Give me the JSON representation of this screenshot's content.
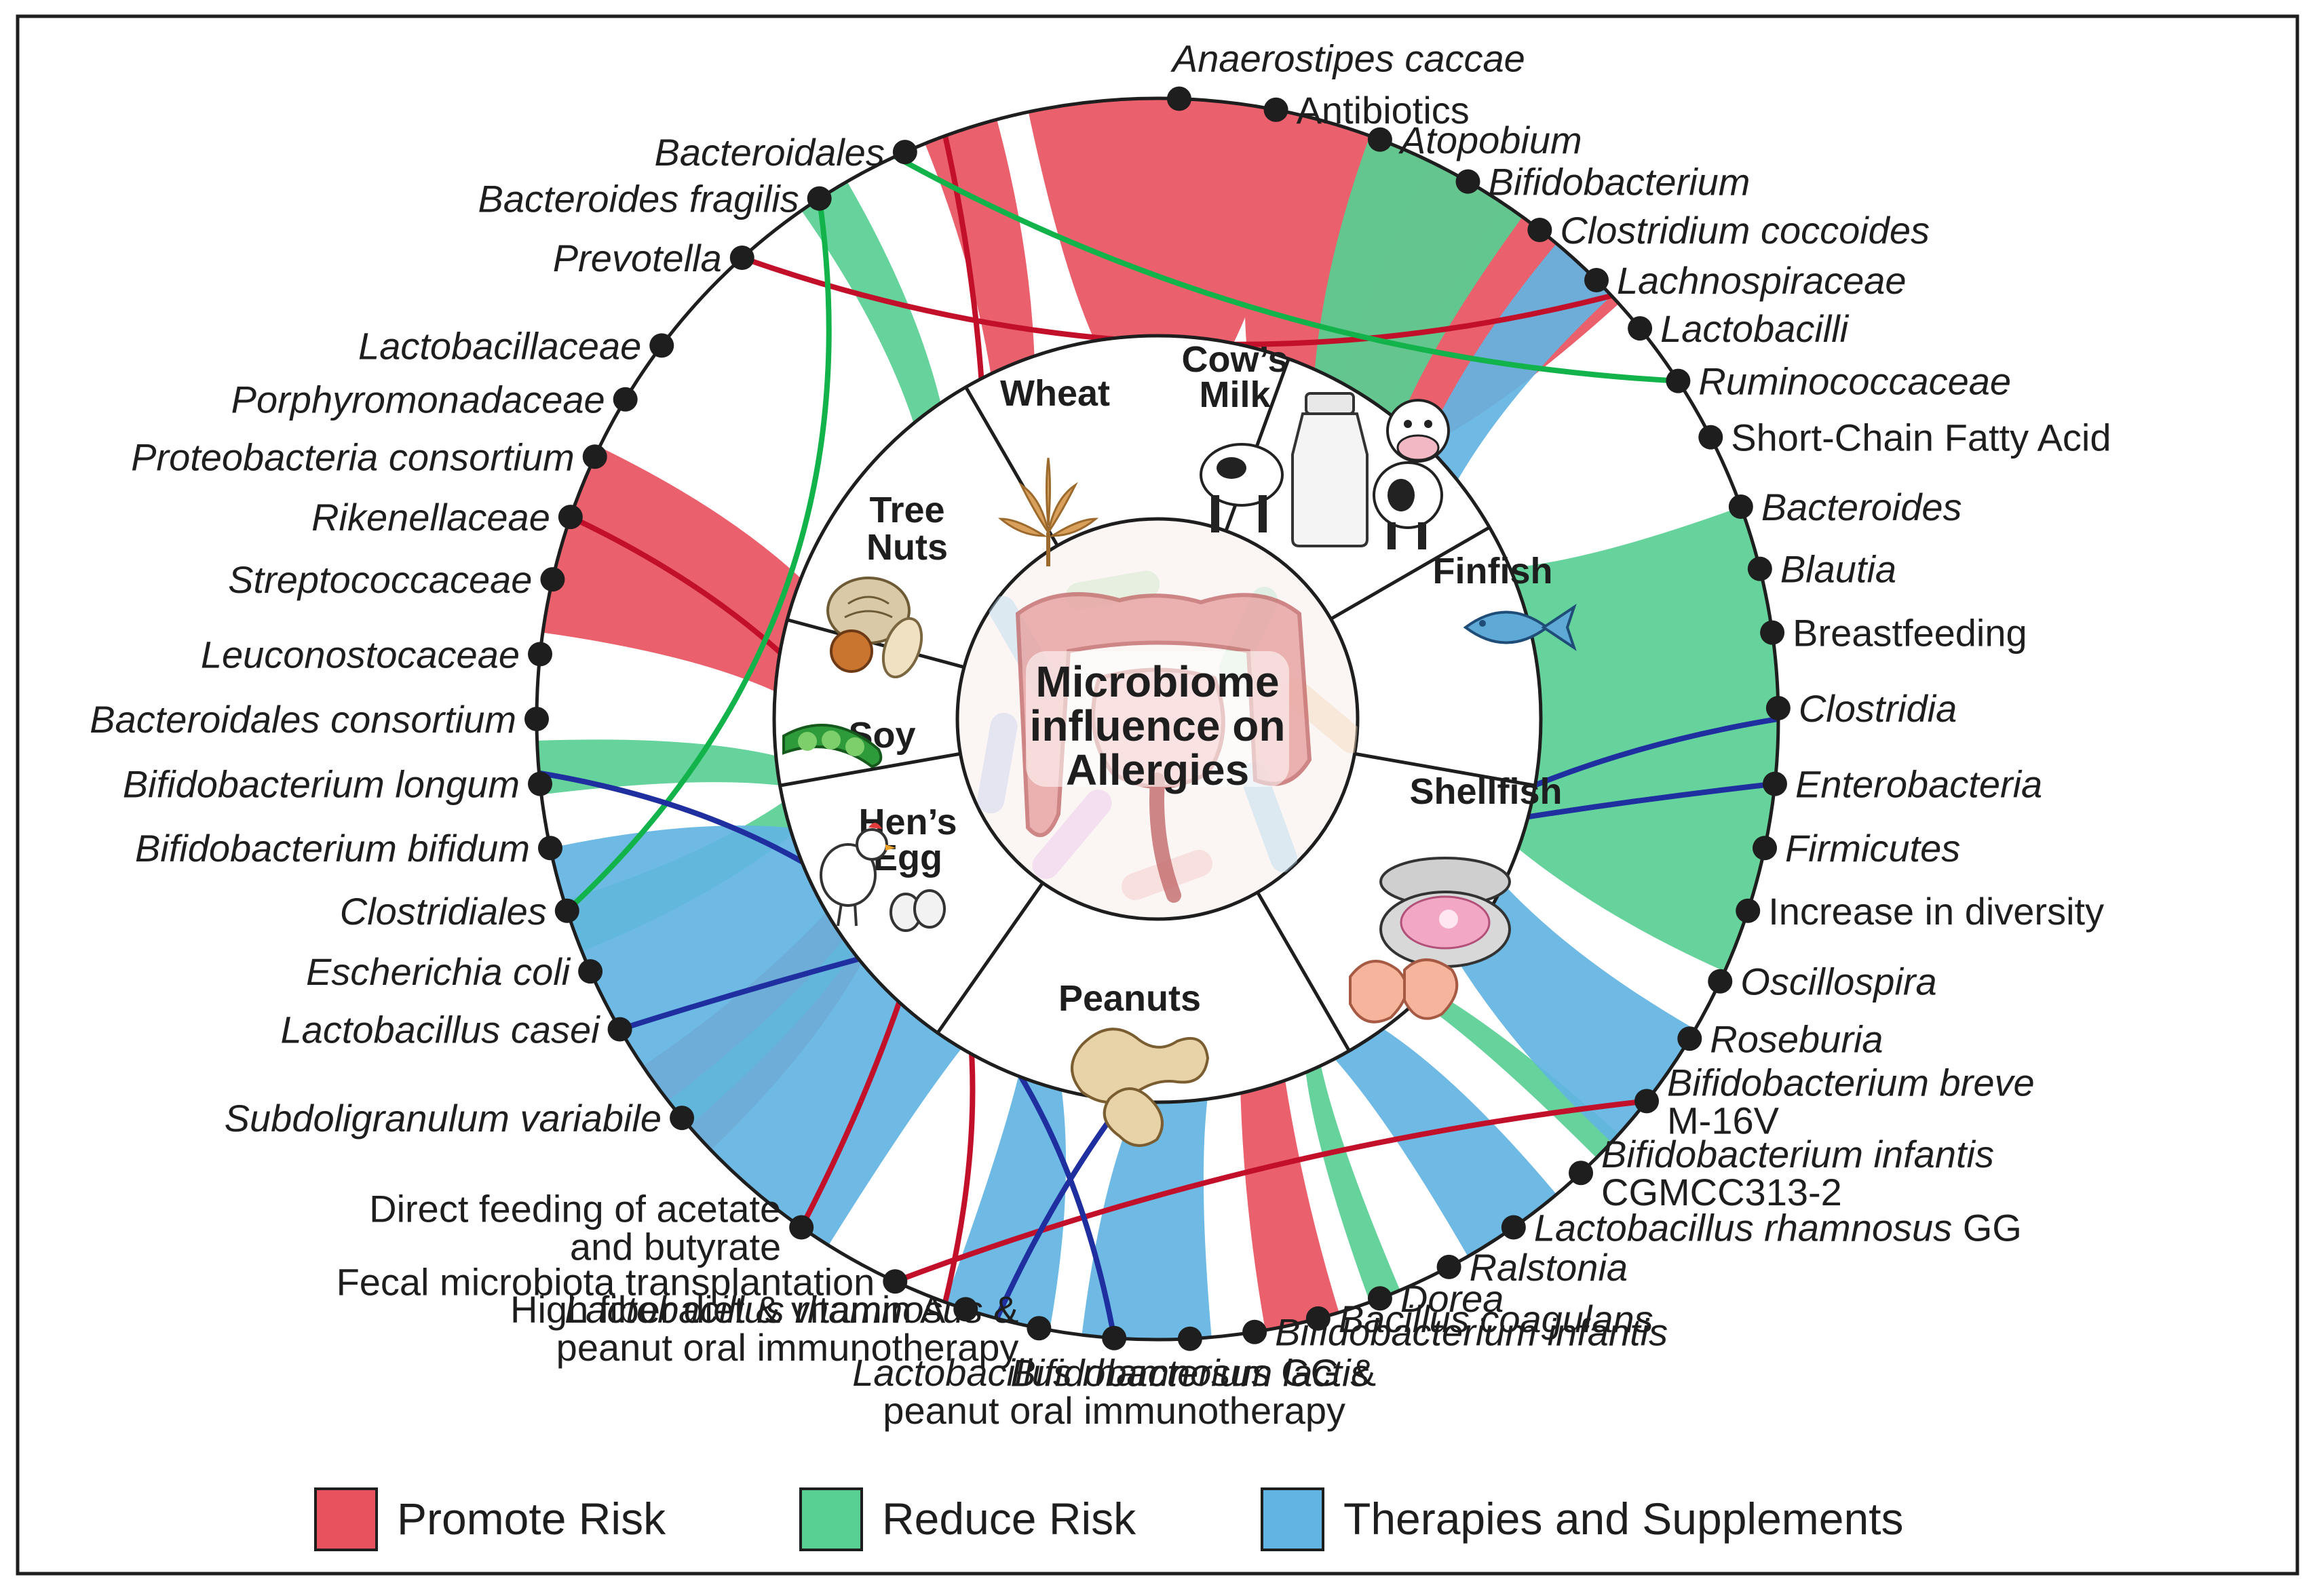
{
  "title": {
    "line1": "Microbiome",
    "line2": "influence on",
    "line3": "Allergies"
  },
  "colors": {
    "promote": "#e8525f",
    "reduce": "#58cf93",
    "therapy": "#62b4e2",
    "promote_line": "#c3102a",
    "reduce_line": "#12b34a",
    "therapy_line": "#1f2fa0"
  },
  "categories": [
    {
      "id": "wheat",
      "lines": [
        "Wheat"
      ],
      "icon": "wheat-icon"
    },
    {
      "id": "cows-milk",
      "lines": [
        "Cow’s",
        "Milk"
      ],
      "icon": "cow-and-milk-bottle-icon"
    },
    {
      "id": "finfish",
      "lines": [
        "Finfish"
      ],
      "icon": "fish-icon"
    },
    {
      "id": "shellfish",
      "lines": [
        "Shellfish"
      ],
      "icon": "shellfish-icon"
    },
    {
      "id": "peanuts",
      "lines": [
        "Peanuts"
      ],
      "icon": "peanut-icon"
    },
    {
      "id": "hens-egg",
      "lines": [
        "Hen’s",
        "Egg"
      ],
      "icon": "hen-and-egg-icon"
    },
    {
      "id": "soy",
      "lines": [
        "Soy"
      ],
      "icon": "soybean-icon"
    },
    {
      "id": "tree-nuts",
      "lines": [
        "Tree",
        "Nuts"
      ],
      "icon": "tree-nut-icon"
    }
  ],
  "nodes": [
    {
      "lines": [
        {
          "parts": [
            {
              "t": "Anaerostipes caccae",
              "i": true
            }
          ]
        }
      ]
    },
    {
      "lines": [
        {
          "parts": [
            {
              "t": "Antibiotics",
              "i": false
            }
          ]
        }
      ]
    },
    {
      "lines": [
        {
          "parts": [
            {
              "t": "Atopobium",
              "i": true
            }
          ]
        }
      ]
    },
    {
      "lines": [
        {
          "parts": [
            {
              "t": "Bifidobacterium",
              "i": true
            }
          ]
        }
      ]
    },
    {
      "lines": [
        {
          "parts": [
            {
              "t": "Clostridium coccoides",
              "i": true
            }
          ]
        }
      ]
    },
    {
      "lines": [
        {
          "parts": [
            {
              "t": "Lachnospiraceae",
              "i": true
            }
          ]
        }
      ]
    },
    {
      "lines": [
        {
          "parts": [
            {
              "t": "Lactobacilli",
              "i": true
            }
          ]
        }
      ]
    },
    {
      "lines": [
        {
          "parts": [
            {
              "t": "Ruminococcaceae",
              "i": true
            }
          ]
        }
      ]
    },
    {
      "lines": [
        {
          "parts": [
            {
              "t": "Short-Chain Fatty Acid",
              "i": false
            }
          ]
        }
      ]
    },
    {
      "lines": [
        {
          "parts": [
            {
              "t": "Bacteroides",
              "i": true
            }
          ]
        }
      ]
    },
    {
      "lines": [
        {
          "parts": [
            {
              "t": "Blautia",
              "i": true
            }
          ]
        }
      ]
    },
    {
      "lines": [
        {
          "parts": [
            {
              "t": "Breastfeeding",
              "i": false
            }
          ]
        }
      ]
    },
    {
      "lines": [
        {
          "parts": [
            {
              "t": "Clostridia",
              "i": true
            }
          ]
        }
      ]
    },
    {
      "lines": [
        {
          "parts": [
            {
              "t": "Enterobacteria",
              "i": true
            }
          ]
        }
      ]
    },
    {
      "lines": [
        {
          "parts": [
            {
              "t": "Firmicutes",
              "i": true
            }
          ]
        }
      ]
    },
    {
      "lines": [
        {
          "parts": [
            {
              "t": "Increase in diversity",
              "i": false
            }
          ]
        }
      ]
    },
    {
      "lines": [
        {
          "parts": [
            {
              "t": "Oscillospira",
              "i": true
            }
          ]
        }
      ]
    },
    {
      "lines": [
        {
          "parts": [
            {
              "t": "Roseburia",
              "i": true
            }
          ]
        }
      ]
    },
    {
      "lines": [
        {
          "parts": [
            {
              "t": "Bifidobacterium breve",
              "i": true
            }
          ]
        },
        {
          "parts": [
            {
              "t": "M-16V",
              "i": false
            }
          ]
        }
      ]
    },
    {
      "lines": [
        {
          "parts": [
            {
              "t": "Bifidobacterium infantis",
              "i": true
            }
          ]
        },
        {
          "parts": [
            {
              "t": "CGMCC313-2",
              "i": false
            }
          ]
        }
      ]
    },
    {
      "lines": [
        {
          "parts": [
            {
              "t": "Lactobacillus rhamnosus",
              "i": true
            },
            {
              "t": " GG",
              "i": false
            }
          ]
        }
      ]
    },
    {
      "lines": [
        {
          "parts": [
            {
              "t": "Ralstonia",
              "i": true
            }
          ]
        }
      ]
    },
    {
      "lines": [
        {
          "parts": [
            {
              "t": "Dorea",
              "i": true
            }
          ]
        }
      ]
    },
    {
      "lines": [
        {
          "parts": [
            {
              "t": "Bacillus coagulans",
              "i": true
            }
          ]
        }
      ]
    },
    {
      "lines": [
        {
          "parts": [
            {
              "t": "Bifidobacterium infantis",
              "i": true
            }
          ]
        }
      ]
    },
    {
      "lines": [
        {
          "parts": [
            {
              "t": "Bifidobacterium lactis",
              "i": true
            }
          ]
        }
      ]
    },
    {
      "lines": [
        {
          "parts": [
            {
              "t": "Lactobacillus rhamnosus",
              "i": true
            },
            {
              "t": " GG &",
              "i": false
            }
          ]
        },
        {
          "parts": [
            {
              "t": "peanut oral immunotherapy",
              "i": false
            }
          ]
        }
      ]
    },
    {
      "lines": [
        {
          "parts": [
            {
              "t": "Lactobacillus rhamnosus",
              "i": true
            },
            {
              "t": " &",
              "i": false
            }
          ]
        },
        {
          "parts": [
            {
              "t": "peanut oral immunotherapy",
              "i": false
            }
          ]
        }
      ]
    },
    {
      "lines": [
        {
          "parts": [
            {
              "t": "High fiber diet & vitamin A",
              "i": false
            }
          ]
        }
      ]
    },
    {
      "lines": [
        {
          "parts": [
            {
              "t": "Fecal microbiota transplantation",
              "i": false
            }
          ]
        }
      ]
    },
    {
      "lines": [
        {
          "parts": [
            {
              "t": "Direct feeding of acetate",
              "i": false
            }
          ]
        },
        {
          "parts": [
            {
              "t": "and butyrate",
              "i": false
            }
          ]
        }
      ]
    },
    {
      "lines": [
        {
          "parts": [
            {
              "t": "Subdoligranulum variabile",
              "i": true
            }
          ]
        }
      ]
    },
    {
      "lines": [
        {
          "parts": [
            {
              "t": "Lactobacillus casei",
              "i": true
            }
          ]
        }
      ]
    },
    {
      "lines": [
        {
          "parts": [
            {
              "t": "Escherichia coli",
              "i": true
            }
          ]
        }
      ]
    },
    {
      "lines": [
        {
          "parts": [
            {
              "t": "Clostridiales",
              "i": true
            }
          ]
        }
      ]
    },
    {
      "lines": [
        {
          "parts": [
            {
              "t": "Bifidobacterium bifidum",
              "i": true
            }
          ]
        }
      ]
    },
    {
      "lines": [
        {
          "parts": [
            {
              "t": "Bifidobacterium longum",
              "i": true
            }
          ]
        }
      ]
    },
    {
      "lines": [
        {
          "parts": [
            {
              "t": "Bacteroidales consortium",
              "i": true
            }
          ]
        }
      ]
    },
    {
      "lines": [
        {
          "parts": [
            {
              "t": "Leuconostocaceae",
              "i": true
            }
          ]
        }
      ]
    },
    {
      "lines": [
        {
          "parts": [
            {
              "t": "Streptococcaceae",
              "i": true
            }
          ]
        }
      ]
    },
    {
      "lines": [
        {
          "parts": [
            {
              "t": "Rikenellaceae",
              "i": true
            }
          ]
        }
      ]
    },
    {
      "lines": [
        {
          "parts": [
            {
              "t": "Proteobacteria consortium",
              "i": true
            }
          ]
        }
      ]
    },
    {
      "lines": [
        {
          "parts": [
            {
              "t": "Porphyromonadaceae",
              "i": true
            }
          ]
        }
      ]
    },
    {
      "lines": [
        {
          "parts": [
            {
              "t": "Lactobacillaceae",
              "i": true
            }
          ]
        }
      ]
    },
    {
      "lines": [
        {
          "parts": [
            {
              "t": "Prevotella",
              "i": true
            }
          ]
        }
      ]
    },
    {
      "lines": [
        {
          "parts": [
            {
              "t": "Bacteroides fragilis",
              "i": true
            }
          ]
        }
      ]
    },
    {
      "lines": [
        {
          "parts": [
            {
              "t": "Bacteroidales",
              "i": true
            }
          ]
        }
      ]
    }
  ],
  "legend": [
    {
      "label": "Promote Risk",
      "color": "#e8525f"
    },
    {
      "label": "Reduce Risk",
      "color": "#58cf93"
    },
    {
      "label": "Therapies and Supplements",
      "color": "#62b4e2"
    }
  ]
}
